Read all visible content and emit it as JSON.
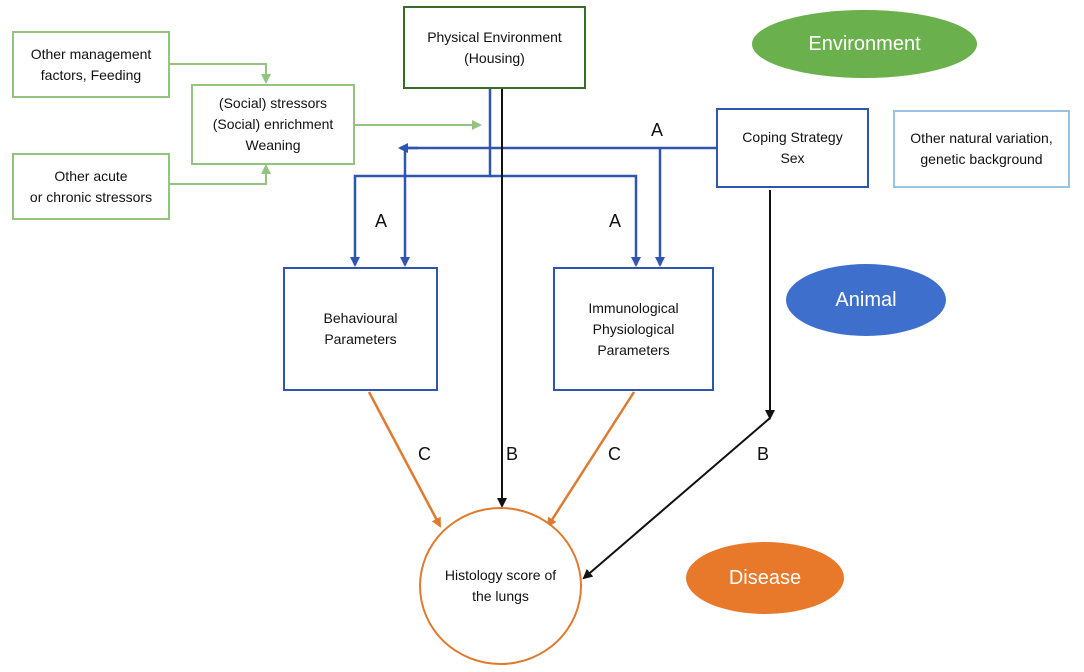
{
  "nodes": {
    "physical_env": "Physical Environment\n(Housing)",
    "other_mgmt": "Other management\nfactors, Feeding",
    "social": "(Social) stressors\n(Social) enrichment\nWeaning",
    "other_acute": "Other acute\nor chronic stressors",
    "coping": "Coping Strategy\nSex",
    "natural_var": "Other natural variation,\ngenetic background",
    "behavioural": "Behavioural\nParameters",
    "immuno": "Immunological\nPhysiological\nParameters",
    "histology": "Histology score of\nthe lungs"
  },
  "legend": {
    "environment": "Environment",
    "animal": "Animal",
    "disease": "Disease"
  },
  "arrow_labels": {
    "a_top": "A",
    "a_left": "A",
    "a_right": "A",
    "b_center": "B",
    "b_right": "B",
    "c_left": "C",
    "c_right": "C"
  },
  "colors": {
    "green": "#92c47f",
    "dark_green": "#3a6b2a",
    "blue": "#2f55b0",
    "light_blue": "#9cc2e3",
    "orange": "#e07a2e",
    "black": "#111111",
    "environment_fill": "#6ab04c",
    "animal_fill": "#3f6fcc",
    "disease_fill": "#e8782a"
  }
}
